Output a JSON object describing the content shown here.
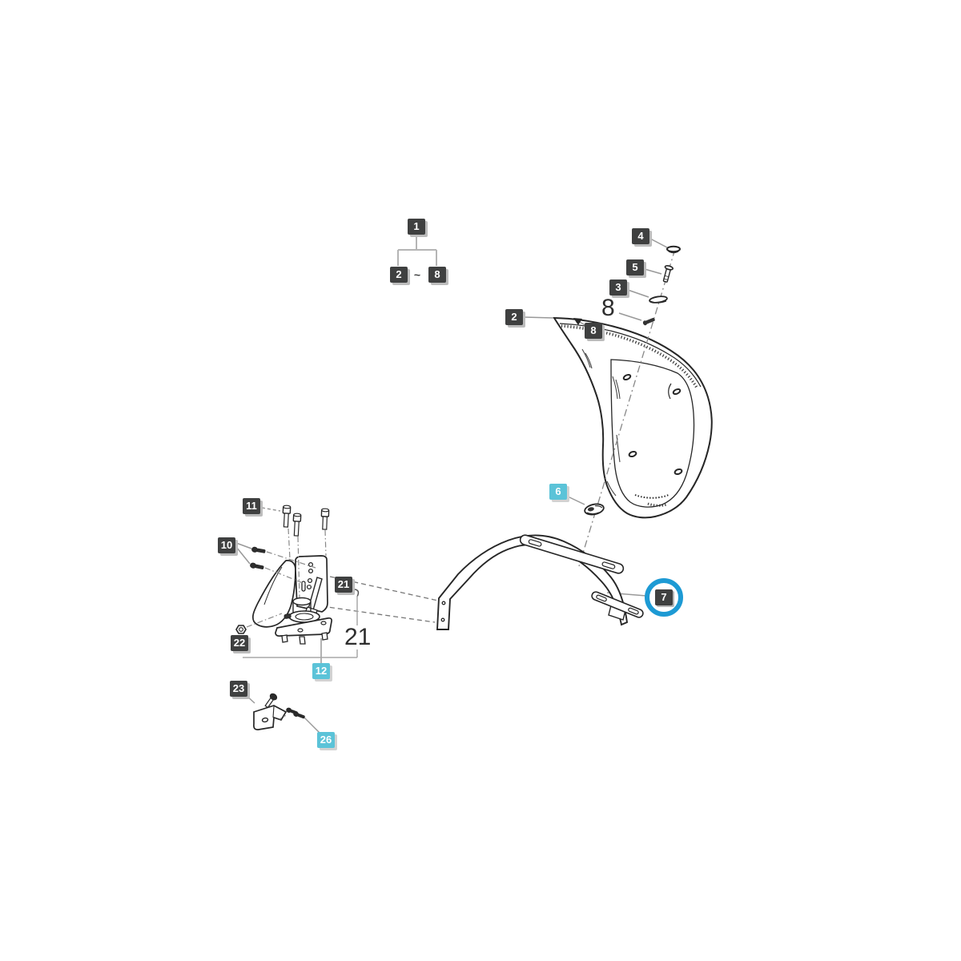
{
  "diagram": {
    "type": "exploded-parts-diagram",
    "colors": {
      "badge_dark": "#3f4040",
      "badge_cyan": "#5bc3d8",
      "highlight_ring": "#1d9ad4",
      "line_dark": "#262626",
      "leader_gray": "#999999"
    },
    "tree": {
      "parent": "1",
      "range_start": "2",
      "range_separator": "~",
      "range_end": "8"
    },
    "callouts": {
      "cap4": "4",
      "pin5": "5",
      "washer3": "3",
      "bolt8_text": "8",
      "fender2": "2",
      "fender8": "8",
      "clip6": "6",
      "arm7": "7",
      "bolts11": "11",
      "screws10": "10",
      "plate21": "21",
      "nut22": "22",
      "group21_text": "21",
      "mount12": "12",
      "stay23": "23",
      "stayscrews26": "26"
    },
    "highlighted_callout": "7"
  }
}
